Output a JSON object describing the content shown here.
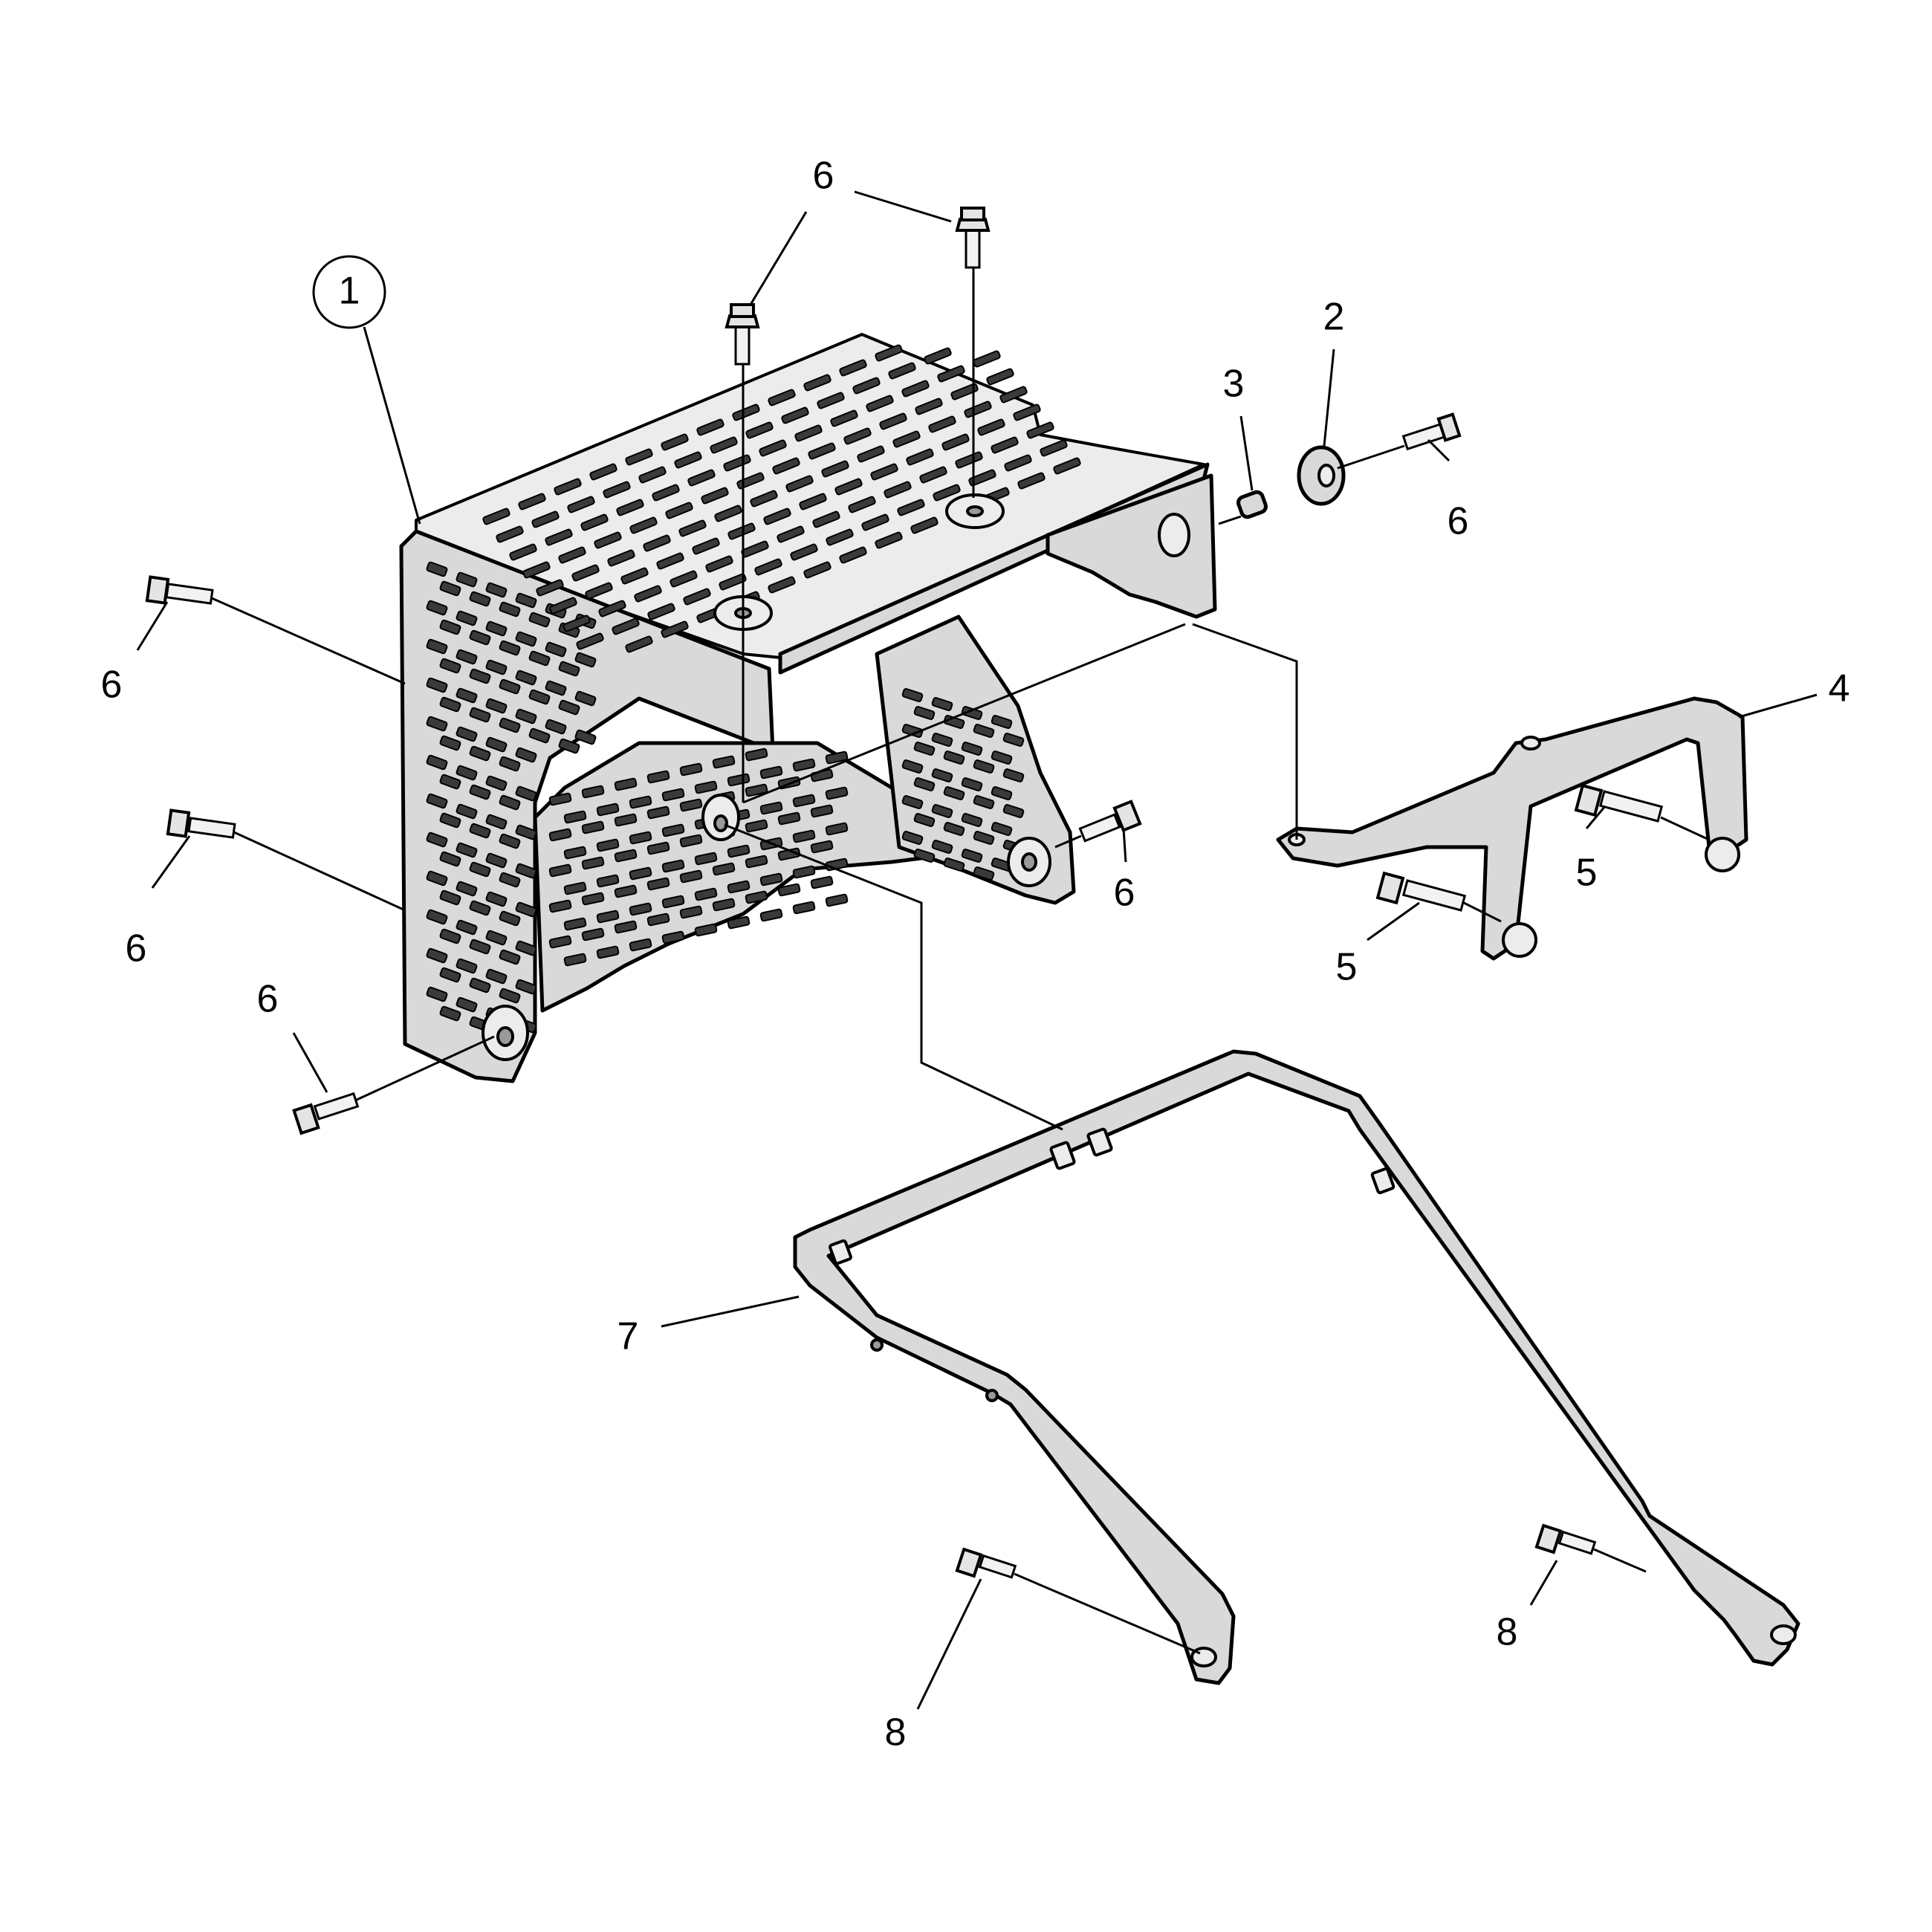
{
  "diagram": {
    "callouts": {
      "c1": "1",
      "c2": "2",
      "c3": "3",
      "c4": "4",
      "c5a": "5",
      "c5b": "5",
      "c6_top": "6",
      "c6_right_upper": "6",
      "c6_left_upper": "6",
      "c6_left_middle": "6",
      "c6_left_lower": "6",
      "c6_center_right": "6",
      "c7": "7",
      "c8_left": "8",
      "c8_right": "8"
    },
    "colors": {
      "metal": "#d9d9d9",
      "slots": "#3a3a3a",
      "lines": "#000000"
    }
  }
}
